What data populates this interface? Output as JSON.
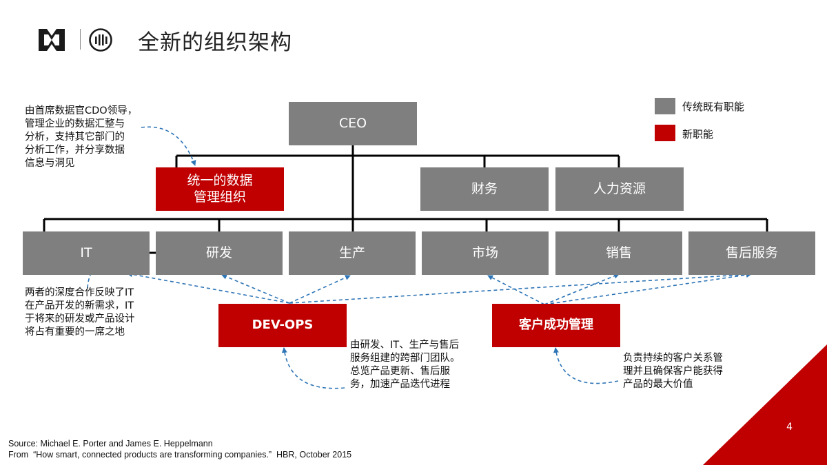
{
  "header": {
    "title": "全新的组织架构"
  },
  "legend": {
    "traditional": "传统既有职能",
    "new": "新职能"
  },
  "boxes": {
    "ceo": "CEO",
    "data_org": "统一的数据\n管理组织",
    "finance": "财务",
    "hr": "人力资源",
    "it": "IT",
    "rd": "研发",
    "production": "生产",
    "marketing": "市场",
    "sales": "销售",
    "after_sales": "售后服务",
    "devops": "DEV-OPS",
    "customer_success": "客户成功管理"
  },
  "notes": {
    "cdo": "由首席数据官CDO领导，\n管理企业的数据汇整与\n分析，支持其它部门的\n分析工作，并分享数据\n信息与洞见",
    "it_rd": "两者的深度合作反映了IT\n在产品开发的新需求，IT\n于将来的研发或产品设计\n将占有重要的一席之地",
    "devops": "由研发、IT、生产与售后\n服务组建的跨部门团队。\n总览产品更新、售后服\n务，加速产品迭代进程",
    "customer": "负责持续的客户关系管\n理并且确保客户能获得\n产品的最大价值"
  },
  "footer": {
    "source": "Source: Michael E. Porter and James E. Heppelmann",
    "from": "From  “How smart, connected products are transforming companies.”  HBR, October 2015"
  },
  "page_number": "4",
  "colors": {
    "gray": "#7f7f7f",
    "red": "#c00000",
    "arrow_blue": "#2e75b6"
  }
}
